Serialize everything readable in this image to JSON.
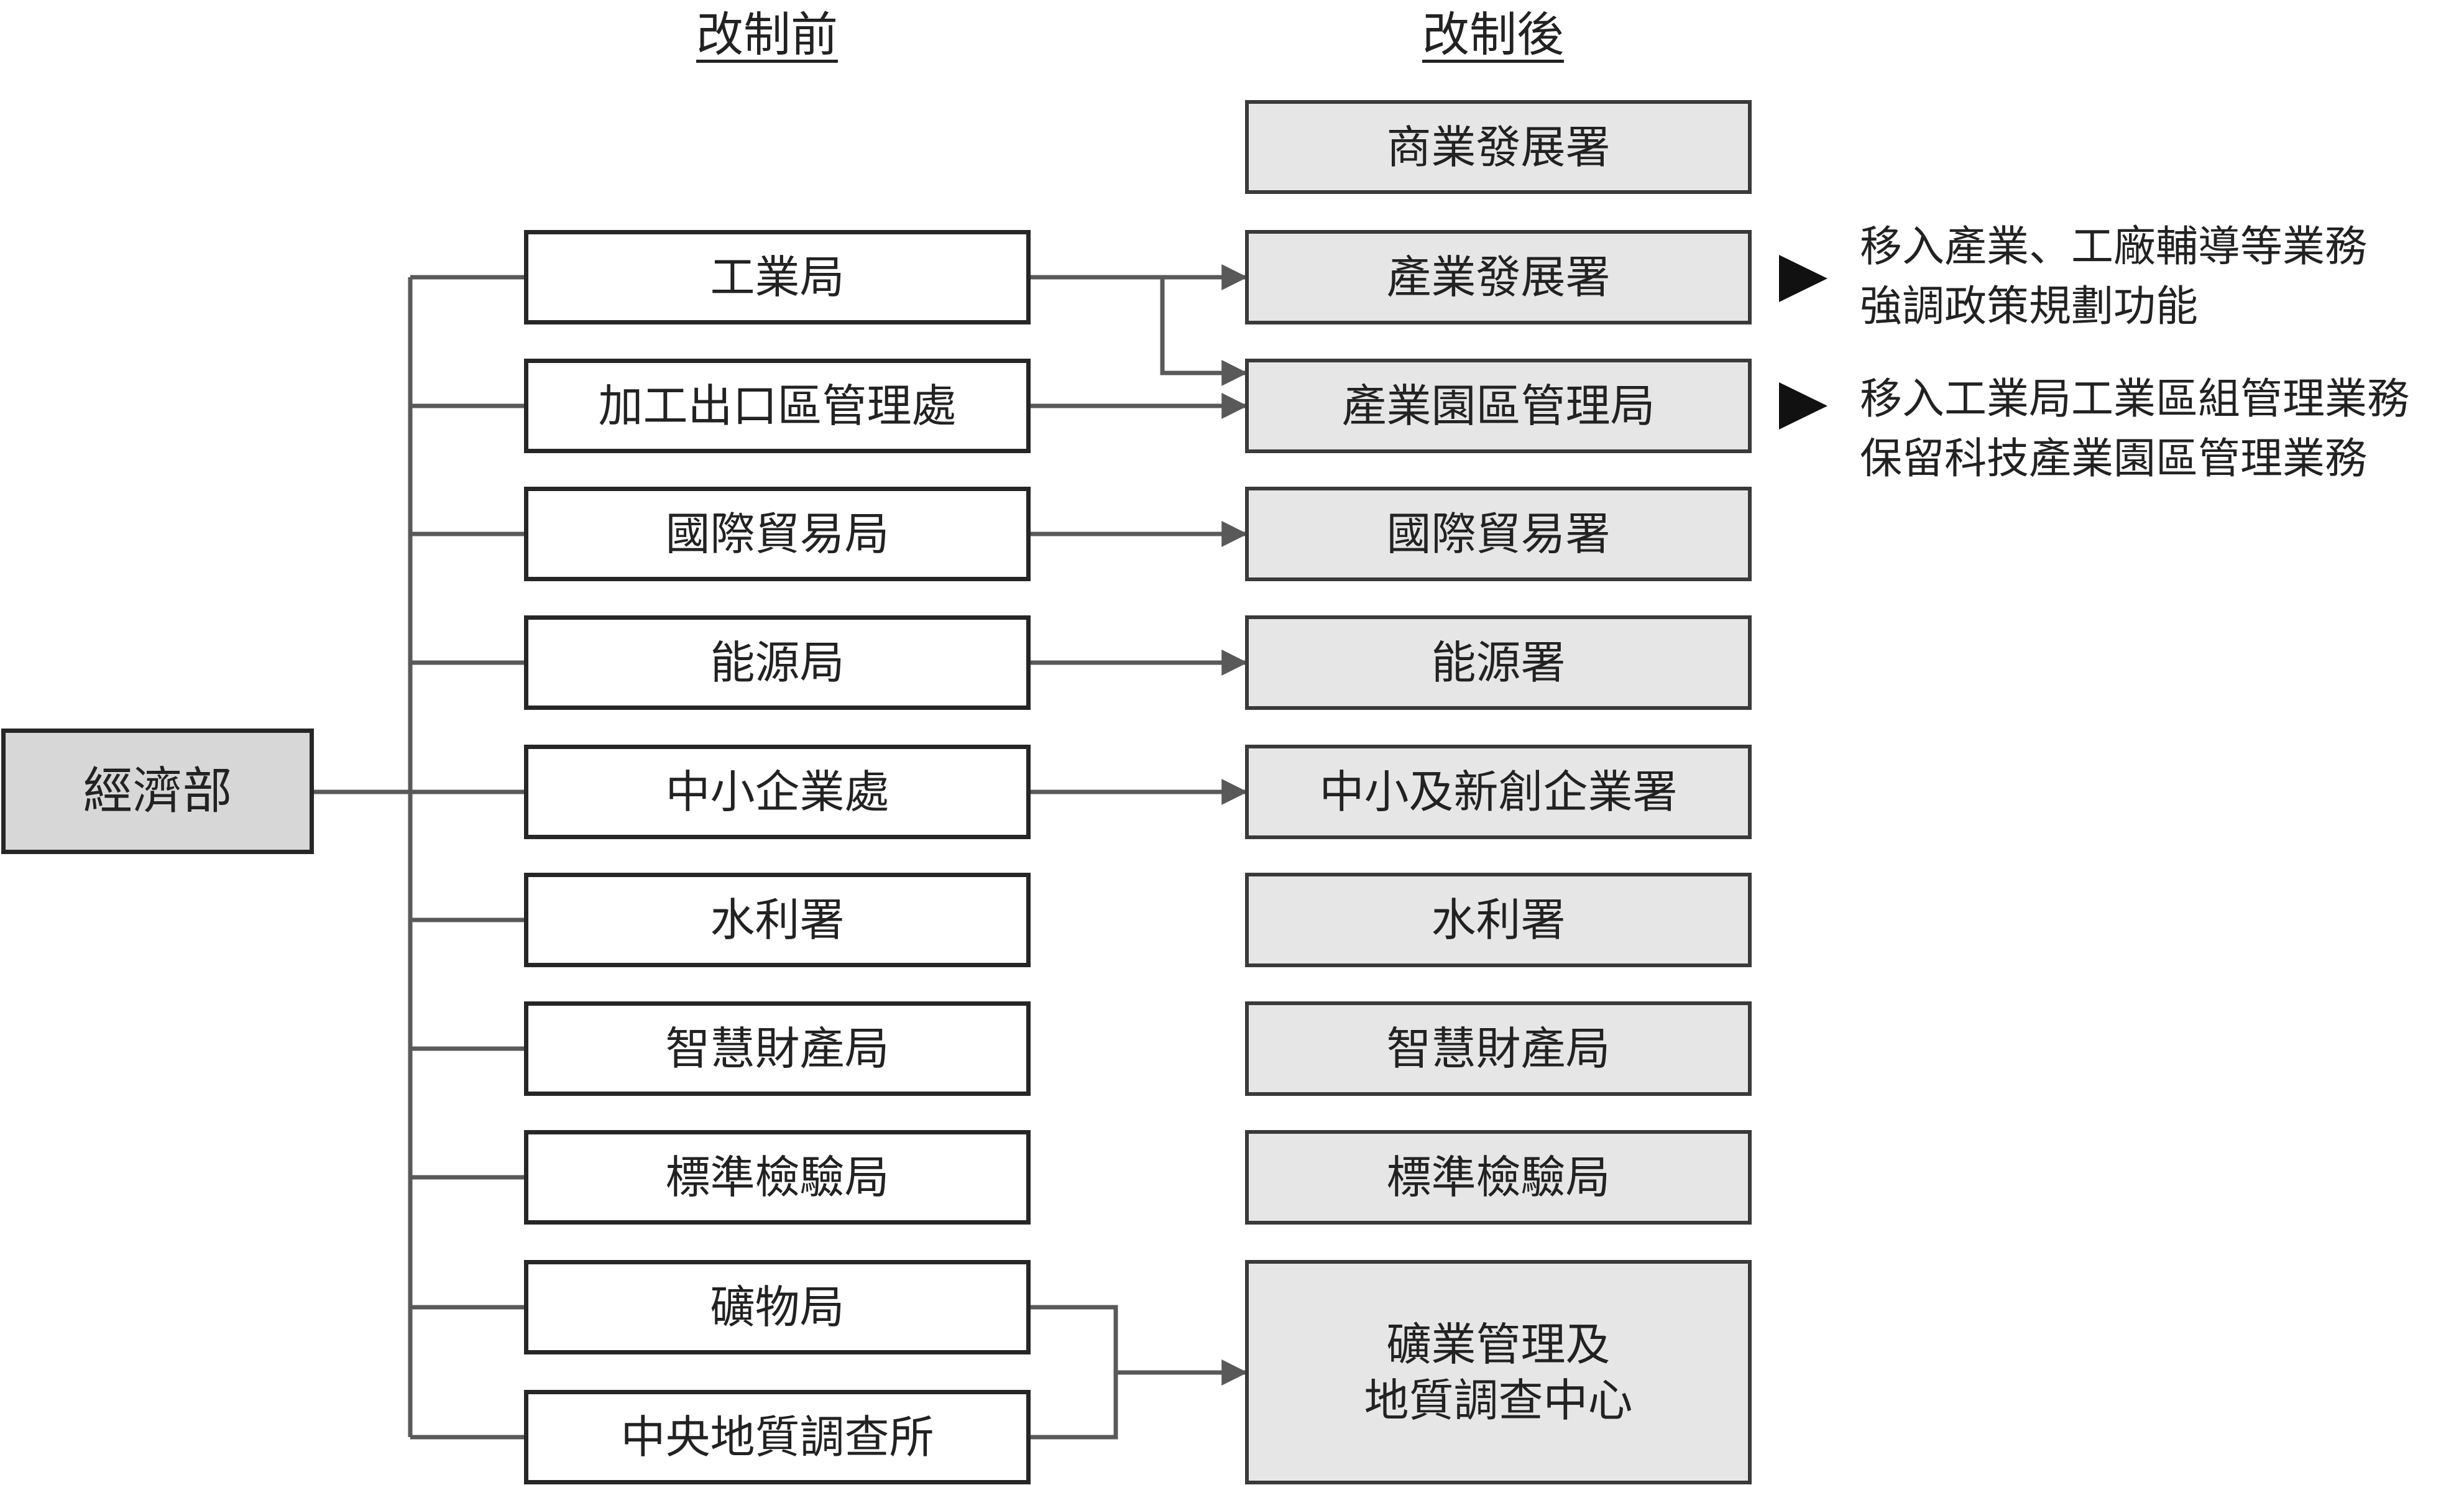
{
  "headers": {
    "before": "改制前",
    "after": "改制後"
  },
  "ministry": "經濟部",
  "before_units": [
    "工業局",
    "加工出口區管理處",
    "國際貿易局",
    "能源局",
    "中小企業處",
    "水利署",
    "智慧財產局",
    "標準檢驗局",
    "礦物局",
    "中央地質調查所"
  ],
  "after_units": [
    "商業發展署",
    "產業發展署",
    "產業園區管理局",
    "國際貿易署",
    "能源署",
    "中小及新創企業署",
    "水利署",
    "智慧財產局",
    "標準檢驗局",
    "礦業管理及\n地質調查中心"
  ],
  "notes": [
    {
      "line1": "移入產業、工廠輔導等業務",
      "line2": "強調政策規劃功能"
    },
    {
      "line1": "移入工業局工業區組管理業務",
      "line2": "保留科技產業園區管理業務"
    }
  ],
  "line_color": "#595959"
}
